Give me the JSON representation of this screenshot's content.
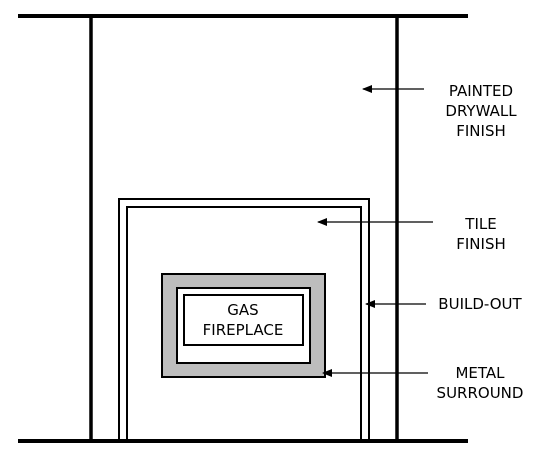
{
  "colors": {
    "ink": "#000000",
    "background": "#ffffff",
    "metal_surround_fill": "#bdbdbd"
  },
  "fireplace": {
    "line1": "GAS",
    "line2": "FIREPLACE"
  },
  "callouts": {
    "painted_drywall": {
      "line1": "PAINTED",
      "line2": "DRYWALL",
      "line3": "FINISH"
    },
    "tile_finish": {
      "line1": "TILE",
      "line2": "FINISH"
    },
    "build_out": {
      "line1": "BUILD-OUT"
    },
    "metal_surround": {
      "line1": "METAL",
      "line2": "SURROUND"
    }
  }
}
